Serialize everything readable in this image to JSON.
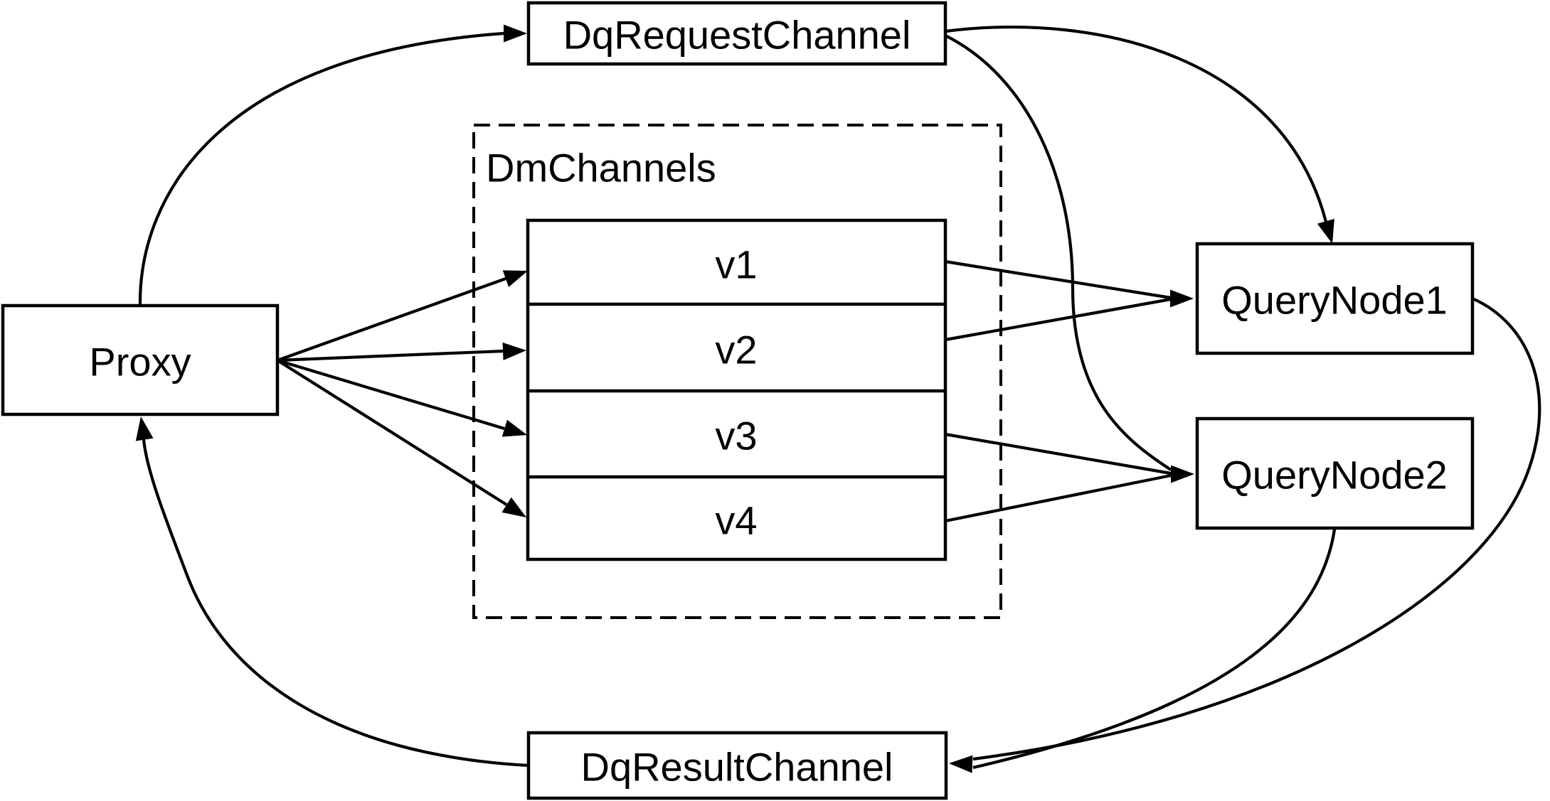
{
  "diagram": {
    "type": "architecture-flow",
    "background_color": "#ffffff",
    "stroke_color": "#000000",
    "node_fill_color": "#ffffff",
    "nodes": {
      "proxy": {
        "label": "Proxy"
      },
      "dq_request_channel": {
        "label": "DqRequestChannel"
      },
      "dm_channels_group": {
        "label": "DmChannels",
        "channels": [
          {
            "label": "v1"
          },
          {
            "label": "v2"
          },
          {
            "label": "v3"
          },
          {
            "label": "v4"
          }
        ]
      },
      "query_node_1": {
        "label": "QueryNode1"
      },
      "query_node_2": {
        "label": "QueryNode2"
      },
      "dq_result_channel": {
        "label": "DqResultChannel"
      }
    },
    "edges": [
      {
        "from": "Proxy",
        "to": "DqRequestChannel",
        "style": "curved"
      },
      {
        "from": "Proxy",
        "to": "v1",
        "style": "straight"
      },
      {
        "from": "Proxy",
        "to": "v2",
        "style": "straight"
      },
      {
        "from": "Proxy",
        "to": "v3",
        "style": "straight"
      },
      {
        "from": "Proxy",
        "to": "v4",
        "style": "straight"
      },
      {
        "from": "DqRequestChannel",
        "to": "QueryNode1",
        "style": "curved"
      },
      {
        "from": "DqRequestChannel",
        "to": "QueryNode2",
        "style": "curved"
      },
      {
        "from": "v1",
        "to": "QueryNode1",
        "style": "straight"
      },
      {
        "from": "v2",
        "to": "QueryNode1",
        "style": "straight"
      },
      {
        "from": "v3",
        "to": "QueryNode2",
        "style": "straight"
      },
      {
        "from": "v4",
        "to": "QueryNode2",
        "style": "straight"
      },
      {
        "from": "QueryNode1",
        "to": "DqResultChannel",
        "style": "curved"
      },
      {
        "from": "QueryNode2",
        "to": "DqResultChannel",
        "style": "curved"
      },
      {
        "from": "DqResultChannel",
        "to": "Proxy",
        "style": "curved"
      }
    ]
  }
}
